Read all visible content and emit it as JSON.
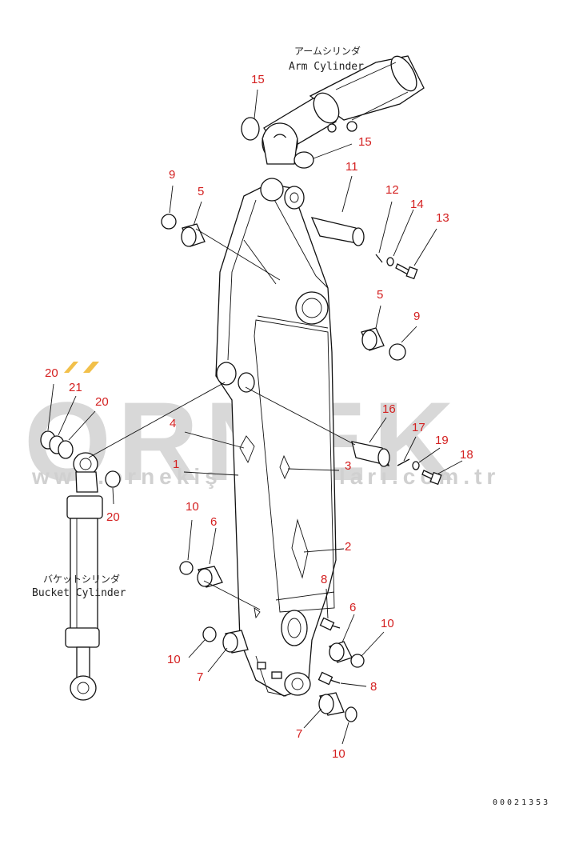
{
  "watermark": {
    "brand": "ORNEK",
    "url": "www.ornekiş makinaları.com.tr"
  },
  "labels": {
    "arm_cylinder_jp": "アームシリンダ",
    "arm_cylinder_en": "Arm Cylinder",
    "bucket_cylinder_jp": "バケットシリンダ",
    "bucket_cylinder_en": "Bucket Cylinder",
    "drawing_code": "00021353"
  },
  "callouts": [
    {
      "id": "c15a",
      "text": "15"
    },
    {
      "id": "c15b",
      "text": "15"
    },
    {
      "id": "c9a",
      "text": "9"
    },
    {
      "id": "c5a",
      "text": "5"
    },
    {
      "id": "c11",
      "text": "11"
    },
    {
      "id": "c12",
      "text": "12"
    },
    {
      "id": "c14",
      "text": "14"
    },
    {
      "id": "c13",
      "text": "13"
    },
    {
      "id": "c5b",
      "text": "5"
    },
    {
      "id": "c9b",
      "text": "9"
    },
    {
      "id": "c20a",
      "text": "20"
    },
    {
      "id": "c21",
      "text": "21"
    },
    {
      "id": "c20b",
      "text": "20"
    },
    {
      "id": "c16",
      "text": "16"
    },
    {
      "id": "c4",
      "text": "4"
    },
    {
      "id": "c17",
      "text": "17"
    },
    {
      "id": "c19",
      "text": "19"
    },
    {
      "id": "c1",
      "text": "1"
    },
    {
      "id": "c3",
      "text": "3"
    },
    {
      "id": "c18",
      "text": "18"
    },
    {
      "id": "c20c",
      "text": "20"
    },
    {
      "id": "c10a",
      "text": "10"
    },
    {
      "id": "c6a",
      "text": "6"
    },
    {
      "id": "c2",
      "text": "2"
    },
    {
      "id": "c8a",
      "text": "8"
    },
    {
      "id": "c6b",
      "text": "6"
    },
    {
      "id": "c10b",
      "text": "10"
    },
    {
      "id": "c10c",
      "text": "10"
    },
    {
      "id": "c7a",
      "text": "7"
    },
    {
      "id": "c8b",
      "text": "8"
    },
    {
      "id": "c7b",
      "text": "7"
    },
    {
      "id": "c10d",
      "text": "10"
    }
  ]
}
